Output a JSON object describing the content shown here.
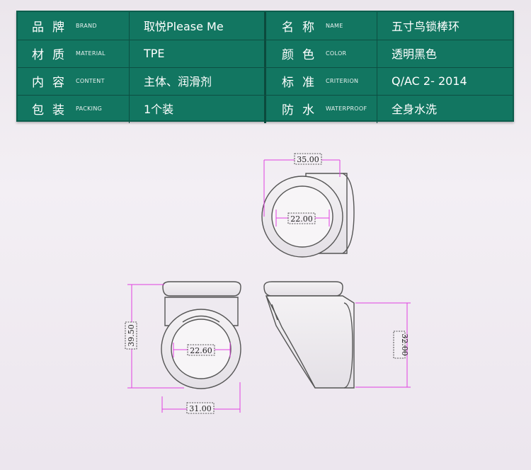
{
  "spec": {
    "rows": [
      {
        "l_cn": "品牌",
        "l_en": "BRAND",
        "l_val": "取悦Please Me",
        "r_cn": "名称",
        "r_en": "NAME",
        "r_val": "五寸鸟锁棒环"
      },
      {
        "l_cn": "材质",
        "l_en": "MATERIAL",
        "l_val": "TPE",
        "r_cn": "颜色",
        "r_en": "COLOR",
        "r_val": "透明黑色"
      },
      {
        "l_cn": "内容",
        "l_en": "CONTENT",
        "l_val": "主体、润滑剂",
        "r_cn": "标准",
        "r_en": "CRITERION",
        "r_val": "Q/AC 2- 2014"
      },
      {
        "l_cn": "包装",
        "l_en": "PACKING",
        "l_val": "1个装",
        "r_cn": "防水",
        "r_en": "WATERPROOF",
        "r_val": "全身水洗"
      }
    ]
  },
  "dimensions": {
    "top_width": "35.00",
    "top_inner": "22.00",
    "front_height": "39.50",
    "front_inner": "22.60",
    "front_width": "31.00",
    "side_height": "32.00"
  },
  "colors": {
    "table_bg": "#127661",
    "dim_line": "#e040e0",
    "outline": "#555555"
  }
}
